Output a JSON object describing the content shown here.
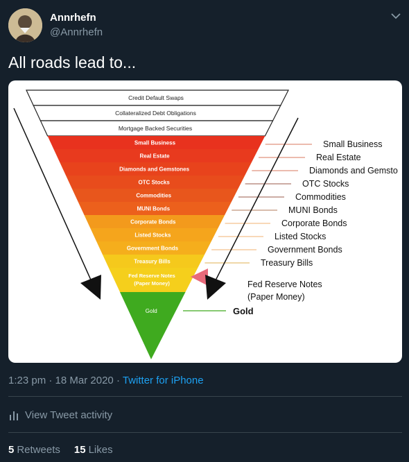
{
  "tweet": {
    "display_name": "Annrhefn",
    "handle": "@Annrhefn",
    "text": "All roads lead to...",
    "time": "1:23 pm",
    "date": "18 Mar 2020",
    "separator": "·",
    "source": "Twitter for iPhone"
  },
  "actions": {
    "activity_label": "View Tweet activity"
  },
  "stats": {
    "retweets_count": "5",
    "retweets_label": "Retweets",
    "likes_count": "15",
    "likes_label": "Likes"
  },
  "colors": {
    "background": "#15202b",
    "secondary_text": "#8899a6",
    "link": "#1da1f2",
    "divider": "#38444d"
  },
  "icons": {
    "menu": "chevron-down-icon",
    "activity": "bar-chart-icon"
  },
  "pyramid": {
    "top_layers": [
      "Credit Default Swaps",
      "Collateralized Debt Obligations",
      "Mortgage Backed Securities"
    ],
    "layers": [
      {
        "label": "Small Business",
        "color": "#e8321e"
      },
      {
        "label": "Real Estate",
        "color": "#e83a1e"
      },
      {
        "label": "Diamonds and Gemstones",
        "color": "#e8431c"
      },
      {
        "label": "OTC Stocks",
        "color": "#e84c1c"
      },
      {
        "label": "Commodities",
        "color": "#e8561c"
      },
      {
        "label": "MUNI Bonds",
        "color": "#ec601c"
      },
      {
        "label": "Corporate Bonds",
        "color": "#f39a1c"
      },
      {
        "label": "Listed Stocks",
        "color": "#f5a51c"
      },
      {
        "label": "Government Bonds",
        "color": "#f5ae1c"
      },
      {
        "label": "Treasury Bills",
        "color": "#f5c91c"
      },
      {
        "label": "Fed Reserve Notes",
        "color": "#f5cf1c"
      },
      {
        "label": "Gold",
        "color": "#3faa1f"
      }
    ],
    "fed_sub": "(Paper Money)",
    "side_labels": [
      "Small Business",
      "Real Estate",
      "Diamonds and Gemsto",
      "OTC Stocks",
      "Commodities",
      "MUNI Bonds",
      "Corporate Bonds",
      "Listed Stocks",
      "Government Bonds",
      "Treasury Bills"
    ],
    "fed_label_line1": "Fed Reserve Notes",
    "fed_label_line2": "(Paper Money)",
    "gold_label": "Gold"
  }
}
